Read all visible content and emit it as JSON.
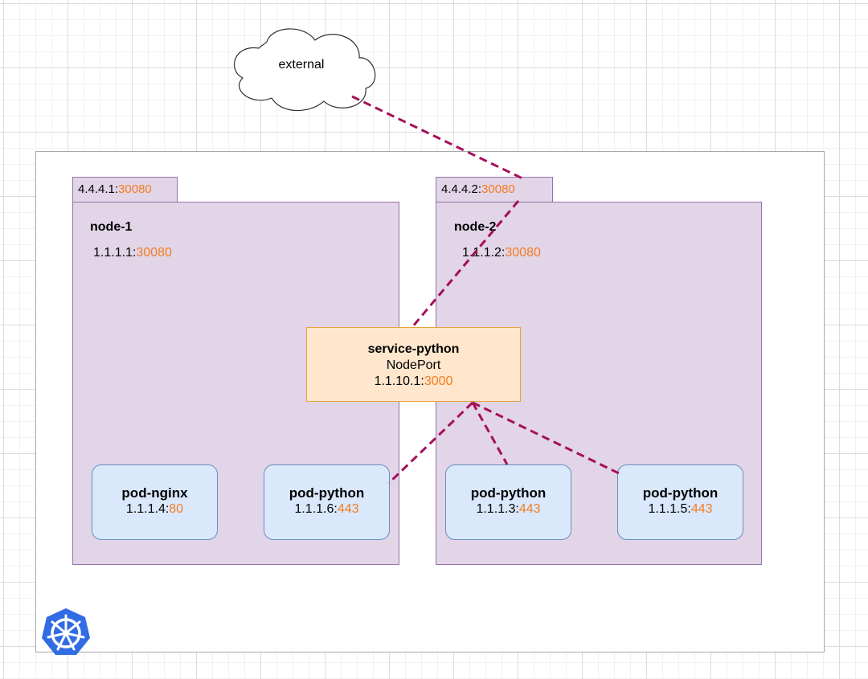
{
  "external": {
    "label": "external"
  },
  "nodes": [
    {
      "name": "node-1",
      "public_ip": "4.4.4.1:",
      "public_port": "30080",
      "ip": "1.1.1.1:",
      "port": "30080"
    },
    {
      "name": "node-2",
      "public_ip": "4.4.4.2:",
      "public_port": "30080",
      "ip": "1.1.1.2:",
      "port": "30080"
    }
  ],
  "service": {
    "name": "service-python",
    "type": "NodePort",
    "ip": "1.1.10.1:",
    "port": "3000"
  },
  "pods": [
    {
      "name": "pod-nginx",
      "ip": "1.1.1.4:",
      "port": "80"
    },
    {
      "name": "pod-python",
      "ip": "1.1.1.6:",
      "port": "443"
    },
    {
      "name": "pod-python",
      "ip": "1.1.1.3:",
      "port": "443"
    },
    {
      "name": "pod-python",
      "ip": "1.1.1.5:",
      "port": "443"
    }
  ],
  "colors": {
    "node_fill": "#e1d5e7",
    "node_border": "#9673a6",
    "service_fill": "#ffe6cc",
    "service_border": "#e8a23a",
    "pod_fill": "#dae8fc",
    "pod_border": "#6c8ebf",
    "port_text": "#f47c20",
    "link": "#a50f5a",
    "logo": "#326ce5"
  },
  "icons": {
    "logo": "kubernetes-helm-icon",
    "cloud": "cloud-shape"
  }
}
